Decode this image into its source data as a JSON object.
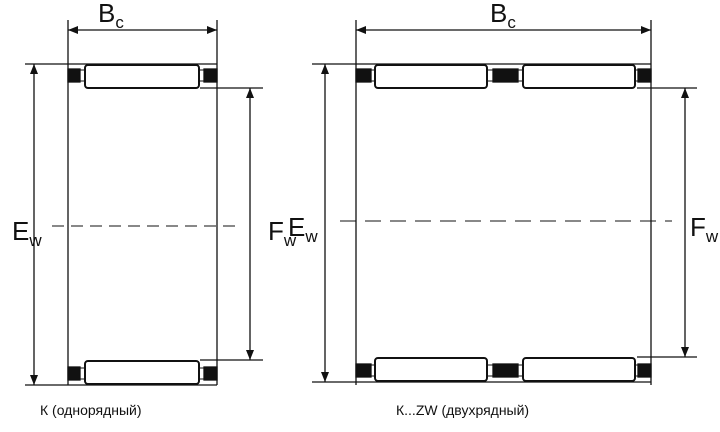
{
  "single_row": {
    "width_label": "B",
    "width_sub": "c",
    "outer_label": "E",
    "outer_sub": "w",
    "inner_label": "F",
    "inner_sub": "w",
    "caption": "К (однорядный)"
  },
  "double_row": {
    "width_label": "B",
    "width_sub": "c",
    "outer_label": "E",
    "outer_sub": "w",
    "inner_label": "F",
    "inner_sub": "w",
    "caption": "К...ZW (двухрядный)"
  },
  "colors": {
    "line": "#111111",
    "background": "#ffffff"
  }
}
